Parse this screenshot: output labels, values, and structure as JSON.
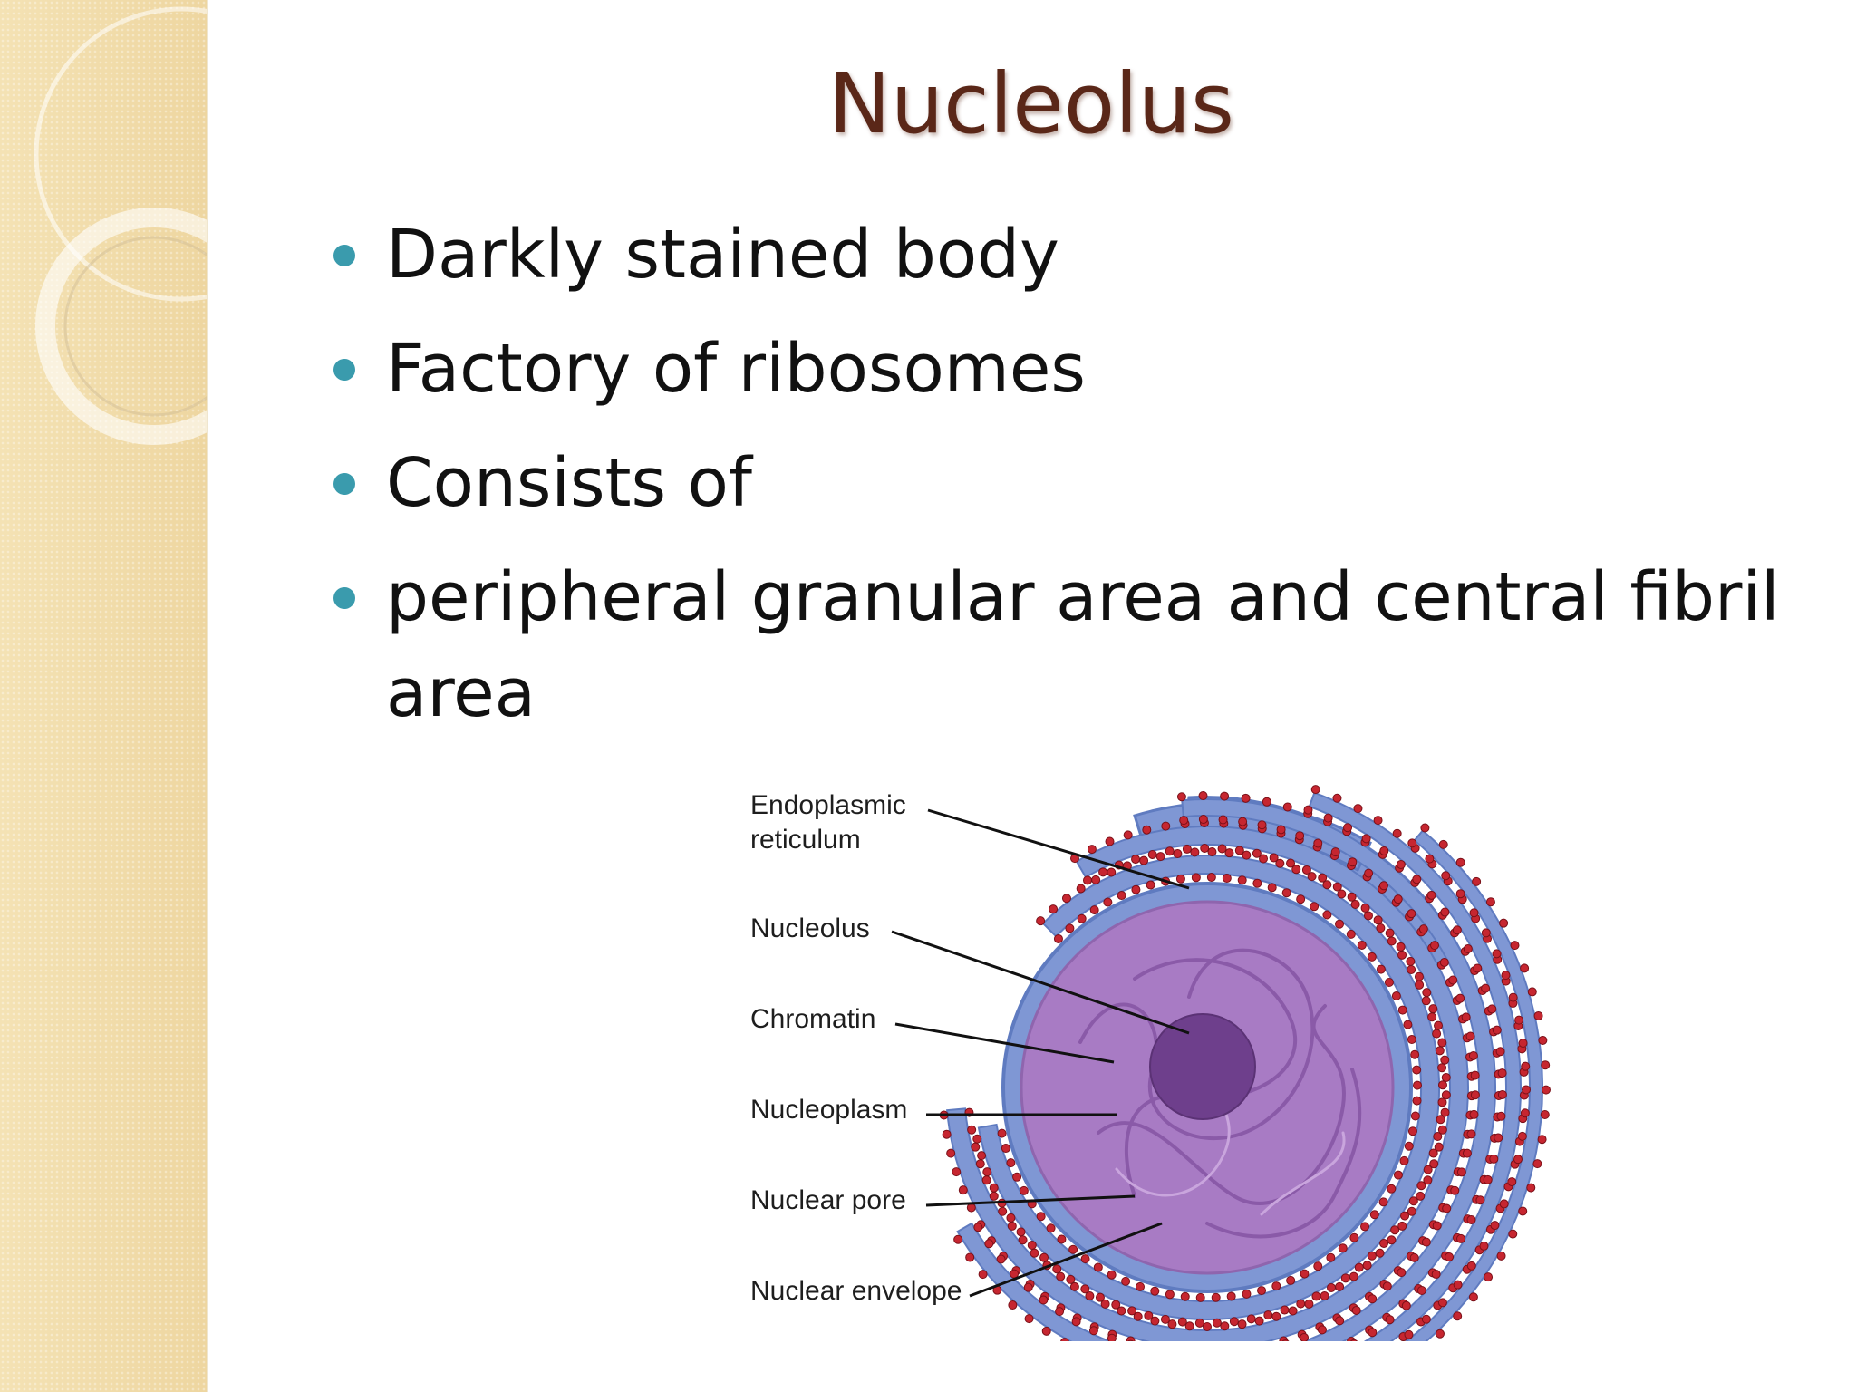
{
  "slide": {
    "title": "Nucleolus",
    "bullets": [
      "Darkly stained body",
      "Factory of ribosomes",
      "Consists of",
      "peripheral granular area and central fibril area"
    ]
  },
  "diagram": {
    "labels": {
      "endoplasmic_reticulum": "Endoplasmic reticulum",
      "nucleolus": "Nucleolus",
      "chromatin": "Chromatin",
      "nucleoplasm": "Nucleoplasm",
      "nuclear_pore": "Nuclear pore",
      "nuclear_envelope": "Nuclear envelope"
    }
  },
  "colors": {
    "title": "#5a2718",
    "bullet_dot": "#3a9bad",
    "side_panel": "#f1dca8",
    "er_membrane": "#7f97d4",
    "ribosome": "#c62630",
    "nucleoplasm": "#a87bc4",
    "nucleolus": "#6e3f8c"
  }
}
